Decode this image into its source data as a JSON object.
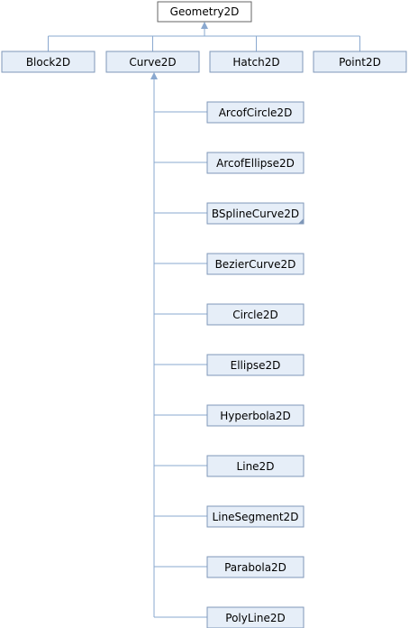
{
  "root": {
    "label": "Geometry2D"
  },
  "children": [
    {
      "label": "Block2D"
    },
    {
      "label": "Curve2D"
    },
    {
      "label": "Hatch2D"
    },
    {
      "label": "Point2D"
    }
  ],
  "curve_subclasses": [
    {
      "label": "ArcofCircle2D"
    },
    {
      "label": "ArcofEllipse2D"
    },
    {
      "label": "BSplineCurve2D",
      "has_more": true
    },
    {
      "label": "BezierCurve2D"
    },
    {
      "label": "Circle2D"
    },
    {
      "label": "Ellipse2D"
    },
    {
      "label": "Hyperbola2D"
    },
    {
      "label": "Line2D"
    },
    {
      "label": "LineSegment2D"
    },
    {
      "label": "Parabola2D"
    },
    {
      "label": "PolyLine2D"
    }
  ],
  "colors": {
    "edge": "#8aa8cf",
    "node_border": "#666666",
    "subnode_fill": "#e6eef8"
  }
}
